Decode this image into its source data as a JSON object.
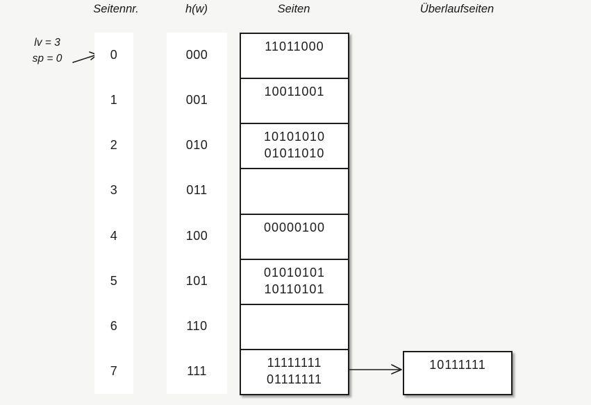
{
  "diagram": {
    "headers": {
      "page_number": "Seitennr.",
      "hash_function": "h(w)",
      "pages": "Seiten",
      "overflow_pages": "Überlaufseiten"
    },
    "annotation": {
      "level": "lv = 3",
      "split_pointer": "sp = 0"
    },
    "table": {
      "rows": [
        {
          "page_no": "0",
          "hash": "000",
          "entries": [
            "11011000"
          ]
        },
        {
          "page_no": "1",
          "hash": "001",
          "entries": [
            "10011001"
          ]
        },
        {
          "page_no": "2",
          "hash": "010",
          "entries": [
            "10101010",
            "01011010"
          ]
        },
        {
          "page_no": "3",
          "hash": "011",
          "entries": []
        },
        {
          "page_no": "4",
          "hash": "100",
          "entries": [
            "00000100"
          ]
        },
        {
          "page_no": "5",
          "hash": "101",
          "entries": [
            "01010101",
            "10110101"
          ]
        },
        {
          "page_no": "6",
          "hash": "110",
          "entries": []
        },
        {
          "page_no": "7",
          "hash": "111",
          "entries": [
            "11111111",
            "01111111"
          ]
        }
      ]
    },
    "overflow_page": {
      "linked_from_page": "7",
      "entries": [
        "10111111"
      ]
    },
    "colors": {
      "background": "#f6f6f4",
      "ink": "#1c1c1c",
      "cell": "#ffffff"
    }
  }
}
